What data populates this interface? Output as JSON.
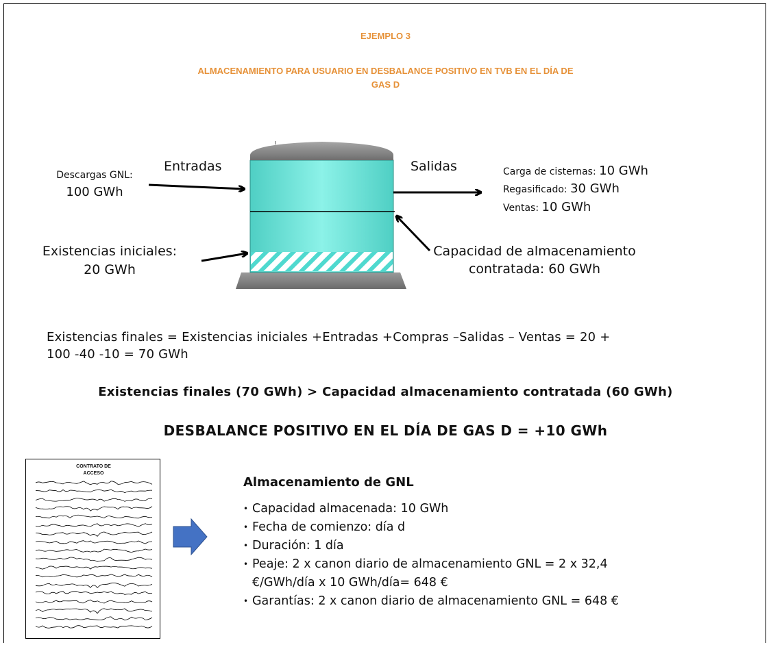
{
  "header": {
    "example": "EJEMPLO   3",
    "title_line1": "ALMACENAMIENTO  PARA USUARIO  EN DESBALANCE  POSITIVO EN TVB EN EL DÍA DE",
    "title_line2": "GAS D"
  },
  "diagram": {
    "left_label_small": "Descargas GNL:",
    "left_value": "100 GWh",
    "entradas": "Entradas",
    "salidas": "Salidas",
    "initial_label": "Existencias iniciales:",
    "initial_value": "20 GWh",
    "outputs": [
      {
        "label": "Carga de cisternas: ",
        "value": "10 GWh"
      },
      {
        "label": "Regasificado:  ",
        "value": "30 GWh"
      },
      {
        "label": "Ventas: ",
        "value": "10 GWh"
      }
    ],
    "capacity_line1": "Capacidad de almacenamiento",
    "capacity_line2": "contratada: 60 GWh",
    "colors": {
      "tank_fill": "#5FE3D4",
      "tank_roof": "#7F7F7F",
      "hatch": "#4FD9CF",
      "arrow": "#4472C4"
    }
  },
  "equation_line1": "Existencias finales = Existencias iniciales +Entradas +Compras –Salidas – Ventas = 20 +",
  "equation_line2": "100 -40 -10 = 70 GWh",
  "comparison": "Existencias  finales  (70 GWh) > Capacidad almacenamiento  contratada (60 GWh)",
  "imbalance": "DESBALANCE POSITIVO EN EL DÍA DE GAS D = +10 GWh",
  "contract": {
    "title_line1": "CONTRATO      DE",
    "title_line2": "ACCESO"
  },
  "storage": {
    "heading": "Almacenamiento  de GNL",
    "bullet": "•",
    "items": [
      {
        "text": "Capacidad almacenada: 10 GWh"
      },
      {
        "text": "Fecha de comienzo: día d"
      },
      {
        "text": "Duración: 1 día"
      },
      {
        "text": "Peaje: 2 x canon diario de almacenamiento GNL = 2 x 32,4",
        "cont": "€/GWh/día x 10 GWh/día= 648 €"
      },
      {
        "text": "Garantías: 2 x canon diario de almacenamiento GNL = 648 €"
      }
    ]
  }
}
